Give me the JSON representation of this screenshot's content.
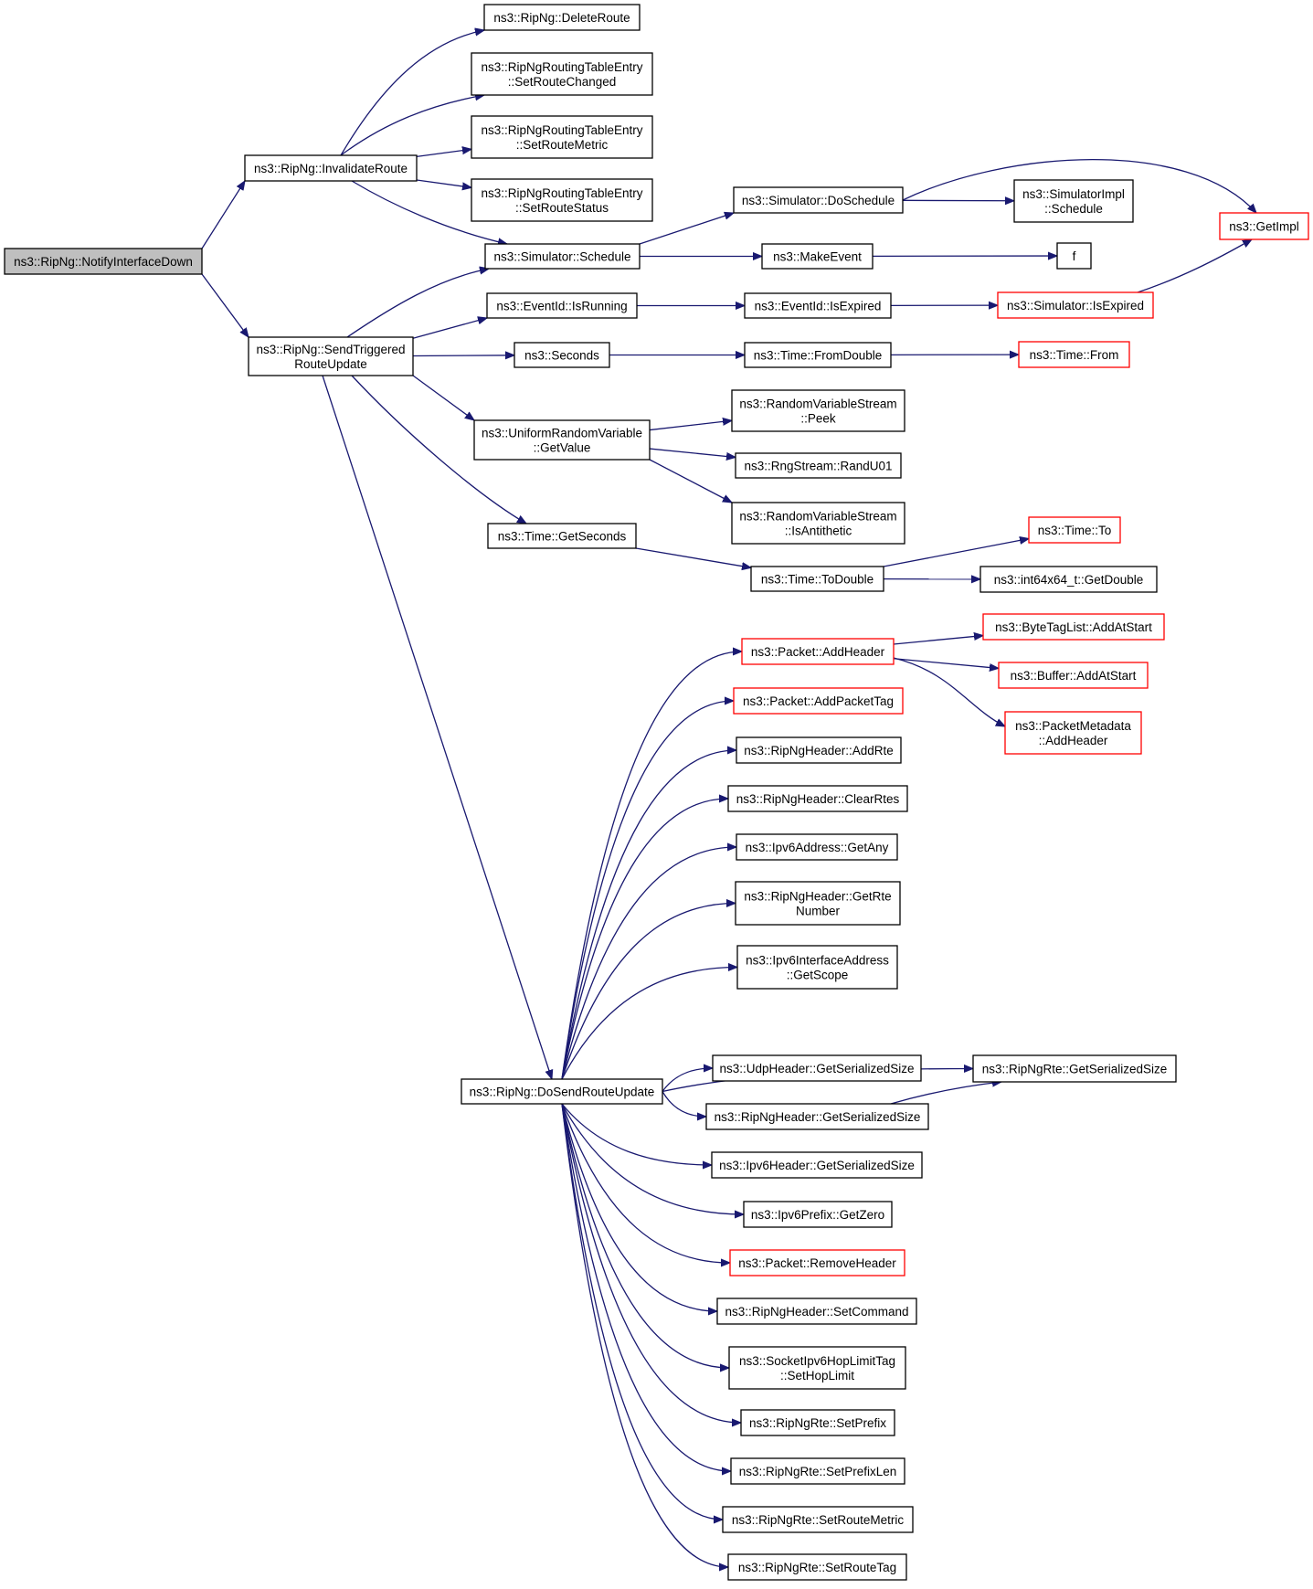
{
  "colors": {
    "edge": "#191970",
    "normal_border": "#000000",
    "truncated_border": "#ff0000",
    "focus_fill": "#bfbfbf",
    "node_fill": "#ffffff"
  },
  "nodes": [
    {
      "id": "notifyInterfaceDown",
      "label": [
        "ns3::RipNg::NotifyInterfaceDown"
      ],
      "kind": "focus"
    },
    {
      "id": "invalidateRoute",
      "label": [
        "ns3::RipNg::InvalidateRoute"
      ],
      "kind": "normal"
    },
    {
      "id": "sendTriggered",
      "label": [
        "ns3::RipNg::SendTriggered",
        "RouteUpdate"
      ],
      "kind": "normal"
    },
    {
      "id": "deleteRoute",
      "label": [
        "ns3::RipNg::DeleteRoute"
      ],
      "kind": "normal"
    },
    {
      "id": "setRouteChanged",
      "label": [
        "ns3::RipNgRoutingTableEntry",
        "::SetRouteChanged"
      ],
      "kind": "normal"
    },
    {
      "id": "setRouteMetricEntry",
      "label": [
        "ns3::RipNgRoutingTableEntry",
        "::SetRouteMetric"
      ],
      "kind": "normal"
    },
    {
      "id": "setRouteStatus",
      "label": [
        "ns3::RipNgRoutingTableEntry",
        "::SetRouteStatus"
      ],
      "kind": "normal"
    },
    {
      "id": "simSchedule",
      "label": [
        "ns3::Simulator::Schedule"
      ],
      "kind": "normal"
    },
    {
      "id": "isRunning",
      "label": [
        "ns3::EventId::IsRunning"
      ],
      "kind": "normal"
    },
    {
      "id": "seconds",
      "label": [
        "ns3::Seconds"
      ],
      "kind": "normal"
    },
    {
      "id": "urvGetValue",
      "label": [
        "ns3::UniformRandomVariable",
        "::GetValue"
      ],
      "kind": "normal"
    },
    {
      "id": "timeGetSeconds",
      "label": [
        "ns3::Time::GetSeconds"
      ],
      "kind": "normal"
    },
    {
      "id": "doSendRouteUpdate",
      "label": [
        "ns3::RipNg::DoSendRouteUpdate"
      ],
      "kind": "normal"
    },
    {
      "id": "doSchedule",
      "label": [
        "ns3::Simulator::DoSchedule"
      ],
      "kind": "normal"
    },
    {
      "id": "makeEvent",
      "label": [
        "ns3::MakeEvent"
      ],
      "kind": "normal"
    },
    {
      "id": "isExpired",
      "label": [
        "ns3::EventId::IsExpired"
      ],
      "kind": "normal"
    },
    {
      "id": "fromDouble",
      "label": [
        "ns3::Time::FromDouble"
      ],
      "kind": "normal"
    },
    {
      "id": "rvsPeek",
      "label": [
        "ns3::RandomVariableStream",
        "::Peek"
      ],
      "kind": "normal"
    },
    {
      "id": "randU01",
      "label": [
        "ns3::RngStream::RandU01"
      ],
      "kind": "normal"
    },
    {
      "id": "rvsIsAntithetic",
      "label": [
        "ns3::RandomVariableStream",
        "::IsAntithetic"
      ],
      "kind": "normal"
    },
    {
      "id": "toDouble",
      "label": [
        "ns3::Time::ToDouble"
      ],
      "kind": "normal"
    },
    {
      "id": "simImplSchedule",
      "label": [
        "ns3::SimulatorImpl",
        "::Schedule"
      ],
      "kind": "normal"
    },
    {
      "id": "f",
      "label": [
        "f"
      ],
      "kind": "normal"
    },
    {
      "id": "simIsExpired",
      "label": [
        "ns3::Simulator::IsExpired"
      ],
      "kind": "truncated"
    },
    {
      "id": "timeFrom",
      "label": [
        "ns3::Time::From"
      ],
      "kind": "truncated"
    },
    {
      "id": "timeTo",
      "label": [
        "ns3::Time::To"
      ],
      "kind": "truncated"
    },
    {
      "id": "int64GetDouble",
      "label": [
        "ns3::int64x64_t::GetDouble"
      ],
      "kind": "normal"
    },
    {
      "id": "getImpl",
      "label": [
        "ns3::GetImpl"
      ],
      "kind": "truncated"
    },
    {
      "id": "pktAddHeader",
      "label": [
        "ns3::Packet::AddHeader"
      ],
      "kind": "truncated"
    },
    {
      "id": "pktAddPacketTag",
      "label": [
        "ns3::Packet::AddPacketTag"
      ],
      "kind": "truncated"
    },
    {
      "id": "hdrAddRte",
      "label": [
        "ns3::RipNgHeader::AddRte"
      ],
      "kind": "normal"
    },
    {
      "id": "hdrClearRtes",
      "label": [
        "ns3::RipNgHeader::ClearRtes"
      ],
      "kind": "normal"
    },
    {
      "id": "ipv6GetAny",
      "label": [
        "ns3::Ipv6Address::GetAny"
      ],
      "kind": "normal"
    },
    {
      "id": "hdrGetRteNumber",
      "label": [
        "ns3::RipNgHeader::GetRte",
        "Number"
      ],
      "kind": "normal"
    },
    {
      "id": "ipv6IfGetScope",
      "label": [
        "ns3::Ipv6InterfaceAddress",
        "::GetScope"
      ],
      "kind": "normal"
    },
    {
      "id": "udpGetSerSize",
      "label": [
        "ns3::UdpHeader::GetSerializedSize"
      ],
      "kind": "normal"
    },
    {
      "id": "hdrGetSerSize",
      "label": [
        "ns3::RipNgHeader::GetSerializedSize"
      ],
      "kind": "normal"
    },
    {
      "id": "ipv6HdrGetSerSize",
      "label": [
        "ns3::Ipv6Header::GetSerializedSize"
      ],
      "kind": "normal"
    },
    {
      "id": "prefixGetZero",
      "label": [
        "ns3::Ipv6Prefix::GetZero"
      ],
      "kind": "normal"
    },
    {
      "id": "pktRemoveHeader",
      "label": [
        "ns3::Packet::RemoveHeader"
      ],
      "kind": "truncated"
    },
    {
      "id": "hdrSetCommand",
      "label": [
        "ns3::RipNgHeader::SetCommand"
      ],
      "kind": "normal"
    },
    {
      "id": "hopLimitTag",
      "label": [
        "ns3::SocketIpv6HopLimitTag",
        "::SetHopLimit"
      ],
      "kind": "normal"
    },
    {
      "id": "rteSetPrefix",
      "label": [
        "ns3::RipNgRte::SetPrefix"
      ],
      "kind": "normal"
    },
    {
      "id": "rteSetPrefixLen",
      "label": [
        "ns3::RipNgRte::SetPrefixLen"
      ],
      "kind": "normal"
    },
    {
      "id": "rteSetRouteMetric",
      "label": [
        "ns3::RipNgRte::SetRouteMetric"
      ],
      "kind": "normal"
    },
    {
      "id": "rteSetRouteTag",
      "label": [
        "ns3::RipNgRte::SetRouteTag"
      ],
      "kind": "normal"
    },
    {
      "id": "rteGetSerSize",
      "label": [
        "ns3::RipNgRte::GetSerializedSize"
      ],
      "kind": "normal"
    },
    {
      "id": "byteTagAddAtStart",
      "label": [
        "ns3::ByteTagList::AddAtStart"
      ],
      "kind": "truncated"
    },
    {
      "id": "bufAddAtStart",
      "label": [
        "ns3::Buffer::AddAtStart"
      ],
      "kind": "truncated"
    },
    {
      "id": "pktMetaAddHeader",
      "label": [
        "ns3::PacketMetadata",
        "::AddHeader"
      ],
      "kind": "truncated"
    }
  ],
  "edges": [
    [
      "notifyInterfaceDown",
      "invalidateRoute"
    ],
    [
      "notifyInterfaceDown",
      "sendTriggered"
    ],
    [
      "invalidateRoute",
      "deleteRoute"
    ],
    [
      "invalidateRoute",
      "setRouteChanged"
    ],
    [
      "invalidateRoute",
      "setRouteMetricEntry"
    ],
    [
      "invalidateRoute",
      "setRouteStatus"
    ],
    [
      "invalidateRoute",
      "simSchedule"
    ],
    [
      "sendTriggered",
      "simSchedule"
    ],
    [
      "sendTriggered",
      "isRunning"
    ],
    [
      "sendTriggered",
      "seconds"
    ],
    [
      "sendTriggered",
      "urvGetValue"
    ],
    [
      "sendTriggered",
      "timeGetSeconds"
    ],
    [
      "sendTriggered",
      "doSendRouteUpdate"
    ],
    [
      "simSchedule",
      "doSchedule"
    ],
    [
      "simSchedule",
      "makeEvent"
    ],
    [
      "doSchedule",
      "simImplSchedule"
    ],
    [
      "doSchedule",
      "getImpl"
    ],
    [
      "makeEvent",
      "f"
    ],
    [
      "isRunning",
      "isExpired"
    ],
    [
      "isExpired",
      "simIsExpired"
    ],
    [
      "simIsExpired",
      "getImpl"
    ],
    [
      "seconds",
      "fromDouble"
    ],
    [
      "fromDouble",
      "timeFrom"
    ],
    [
      "urvGetValue",
      "rvsPeek"
    ],
    [
      "urvGetValue",
      "randU01"
    ],
    [
      "urvGetValue",
      "rvsIsAntithetic"
    ],
    [
      "timeGetSeconds",
      "toDouble"
    ],
    [
      "toDouble",
      "timeTo"
    ],
    [
      "toDouble",
      "int64GetDouble"
    ],
    [
      "doSendRouteUpdate",
      "pktAddHeader"
    ],
    [
      "doSendRouteUpdate",
      "pktAddPacketTag"
    ],
    [
      "doSendRouteUpdate",
      "hdrAddRte"
    ],
    [
      "doSendRouteUpdate",
      "hdrClearRtes"
    ],
    [
      "doSendRouteUpdate",
      "ipv6GetAny"
    ],
    [
      "doSendRouteUpdate",
      "hdrGetRteNumber"
    ],
    [
      "doSendRouteUpdate",
      "ipv6IfGetScope"
    ],
    [
      "doSendRouteUpdate",
      "rteGetSerSize"
    ],
    [
      "doSendRouteUpdate",
      "udpGetSerSize"
    ],
    [
      "doSendRouteUpdate",
      "hdrGetSerSize"
    ],
    [
      "doSendRouteUpdate",
      "ipv6HdrGetSerSize"
    ],
    [
      "doSendRouteUpdate",
      "prefixGetZero"
    ],
    [
      "doSendRouteUpdate",
      "pktRemoveHeader"
    ],
    [
      "doSendRouteUpdate",
      "hdrSetCommand"
    ],
    [
      "doSendRouteUpdate",
      "hopLimitTag"
    ],
    [
      "doSendRouteUpdate",
      "rteSetPrefix"
    ],
    [
      "doSendRouteUpdate",
      "rteSetPrefixLen"
    ],
    [
      "doSendRouteUpdate",
      "rteSetRouteMetric"
    ],
    [
      "doSendRouteUpdate",
      "rteSetRouteTag"
    ],
    [
      "hdrGetSerSize",
      "rteGetSerSize"
    ],
    [
      "pktAddHeader",
      "byteTagAddAtStart"
    ],
    [
      "pktAddHeader",
      "bufAddAtStart"
    ],
    [
      "pktAddHeader",
      "pktMetaAddHeader"
    ]
  ]
}
